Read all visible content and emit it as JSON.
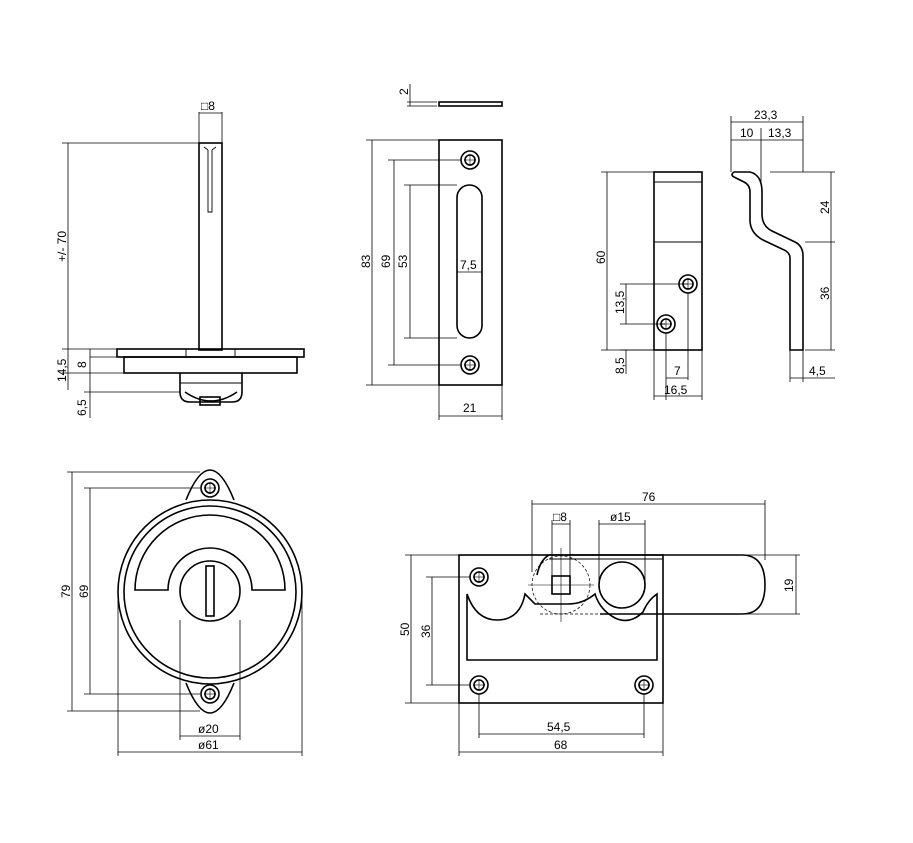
{
  "labels": {
    "side_sq8": "□8",
    "side_len": "+/- 70",
    "side_h14": "14,5",
    "side_h8": "8",
    "side_h65": "6,5",
    "plate_t2": "2",
    "plate_83": "83",
    "plate_69": "69",
    "plate_53": "53",
    "plate_slot": "7,5",
    "plate_21": "21",
    "bracket_60": "60",
    "bracket_135": "13,5",
    "bracket_85": "8,5",
    "bracket_7": "7",
    "bracket_165": "16,5",
    "profile_233": "23,3",
    "profile_10": "10",
    "profile_133": "13,3",
    "profile_24": "24",
    "profile_36": "36",
    "profile_45": "4,5",
    "round_79": "79",
    "round_69": "69",
    "round_d20": "ø20",
    "round_d61": "ø61",
    "latch_76": "76",
    "latch_sq8": "□8",
    "latch_d15": "ø15",
    "latch_19": "19",
    "latch_50": "50",
    "latch_36": "36",
    "latch_545": "54,5",
    "latch_68": "68"
  }
}
